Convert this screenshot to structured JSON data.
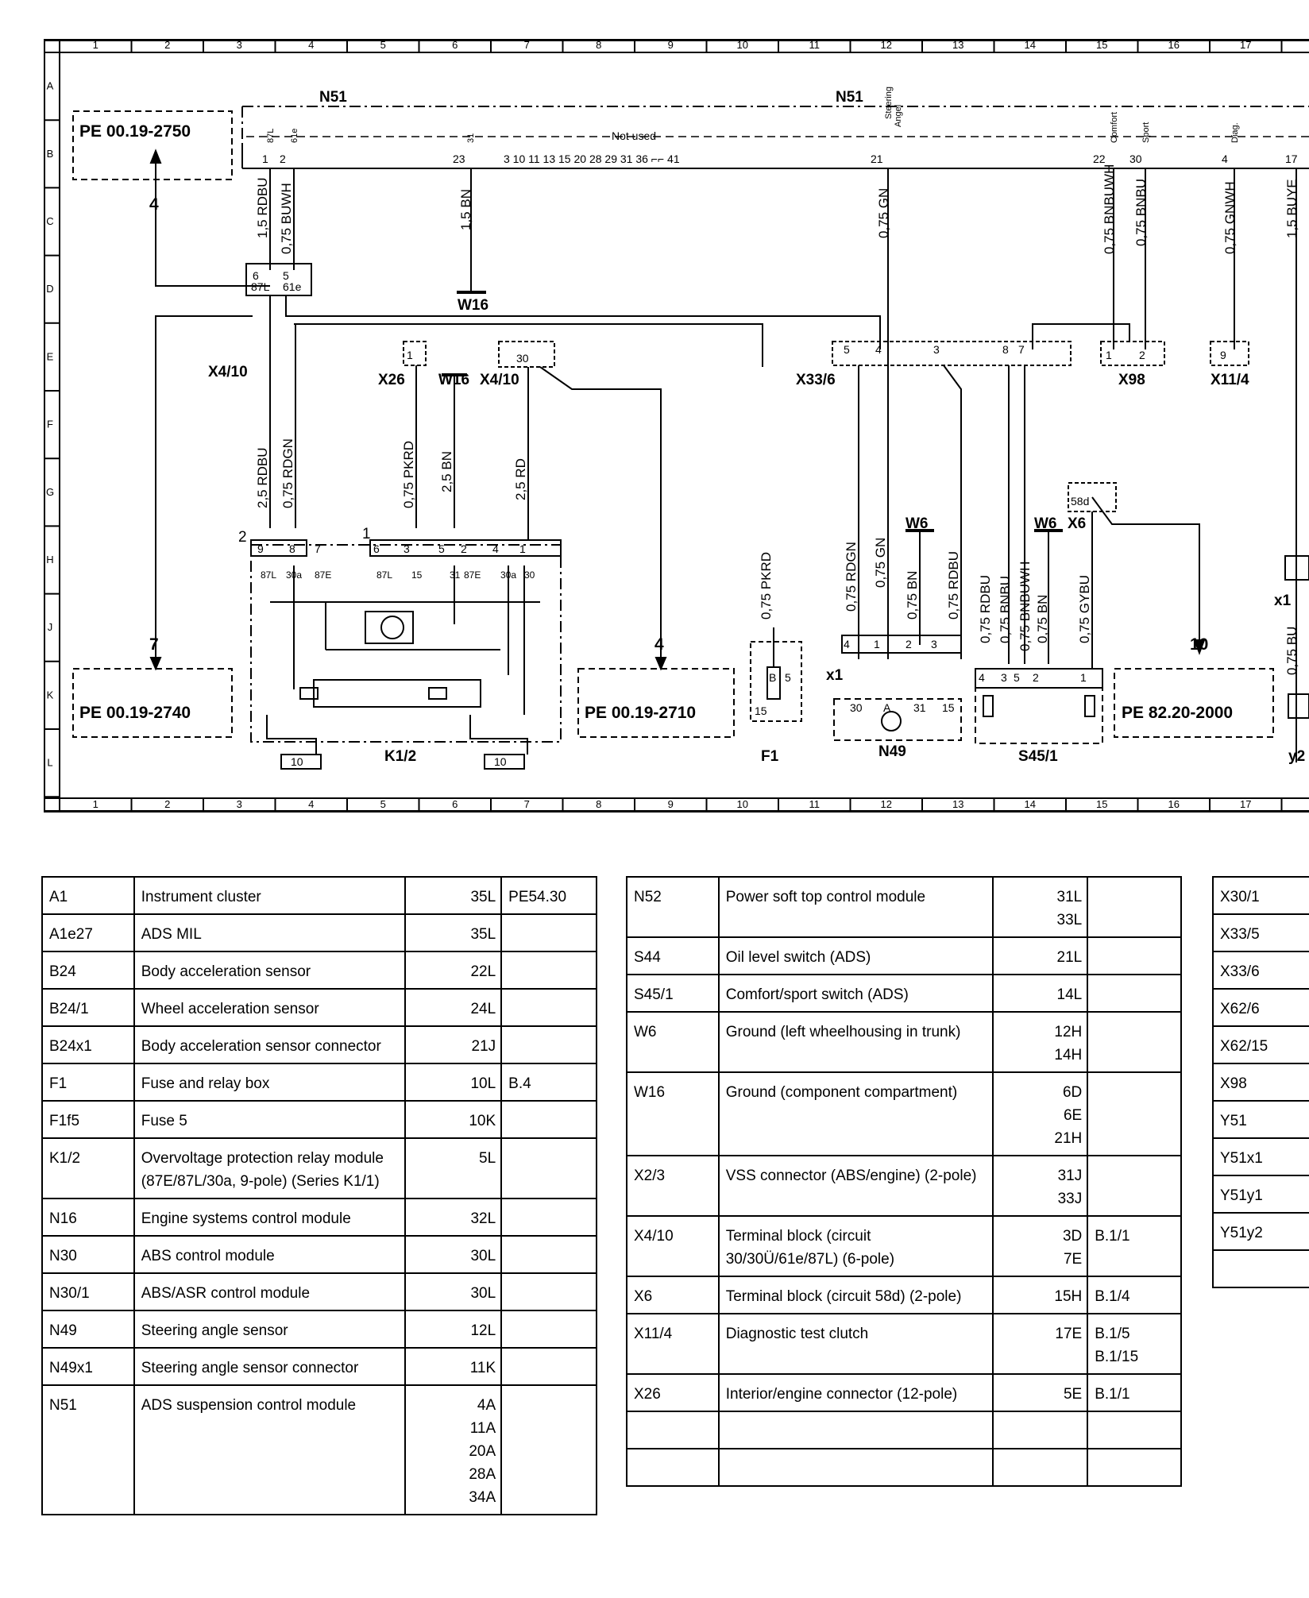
{
  "grid": {
    "columns": [
      "1",
      "2",
      "3",
      "4",
      "5",
      "6",
      "7",
      "8",
      "9",
      "10",
      "11",
      "12",
      "13",
      "14",
      "15",
      "16",
      "17"
    ],
    "rows": [
      "A",
      "B",
      "C",
      "D",
      "E",
      "F",
      "G",
      "H",
      "J",
      "K",
      "L"
    ]
  },
  "diagram": {
    "modules": {
      "n51_left": "N51",
      "n51_right": "N51",
      "k1_2": "K1/2",
      "f1": "F1",
      "n49": "N49",
      "s45_1": "S45/1",
      "x4_10_a": "X4/10",
      "x4_10_b": "X4/10",
      "x26": "X26",
      "w16_a": "W16",
      "w16_b": "W16",
      "x33_6": "X33/6",
      "x98": "X98",
      "x11_4": "X11/4",
      "w6_a": "W6",
      "w6_b": "W6",
      "x6": "X6",
      "x1_a": "x1",
      "x1_b": "x1",
      "y2_partial": "y2"
    },
    "refs": {
      "pe_2750": "PE 00.19-2750",
      "pe_2740": "PE 00.19-2740",
      "pe_2710": "PE 00.19-2710",
      "pe_82": "PE 82.20-2000"
    },
    "arrow_numbers": {
      "a4_top": "4",
      "a7": "7",
      "a4_mid": "4",
      "a10": "10"
    },
    "n51_pins": {
      "p1": "1",
      "p2": "2",
      "p23": "23",
      "not_used_label": "Not used",
      "not_used_pins": "3  10  11  13  15  20  28  29  31  36  ⌐⌐ 41",
      "p21": "21",
      "p22": "22",
      "p30": "30",
      "p4": "4",
      "p17": "17",
      "lbl_87l": "87L",
      "lbl_61e": "61e",
      "lbl_31": "31",
      "lbl_steering": "Steering",
      "lbl_angel": "Angel",
      "lbl_comfort": "Comfort",
      "lbl_sport": "Sport",
      "lbl_diag": "Diag."
    },
    "wires": {
      "w1": "1,5 RDBU",
      "w2": "0,75 BUWH",
      "w3": "1,5 BN",
      "w4": "0,75 GN",
      "w5": "0,75 BNBUWH",
      "w6": "0,75 BNBU",
      "w7": "0,75 GNWH",
      "w8": "1,5 BUYE",
      "w9": "2,5 RDBU",
      "w10": "0,75 RDGN",
      "w11": "0,75 PKRD",
      "w12": "2,5 BN",
      "w13": "2,5 RD",
      "w14": "0,75 PKRD",
      "w15": "0,75 RDGN",
      "w16": "0,75 GN",
      "w17": "0,75 BN",
      "w18": "0,75 RDBU",
      "w19": "0,75 RDBU",
      "w20": "0,75 BNBU",
      "w21": "0,75 BNBUWH",
      "w22": "0,75 BN",
      "w23": "0,75 GYBU",
      "w24": "0,75 BU"
    },
    "k1_pins": [
      "9",
      "8",
      "7",
      "6",
      "3",
      "5",
      "2",
      "4",
      "1"
    ],
    "k1_terms": [
      "87L",
      "30a",
      "87E",
      "87L",
      "15",
      "31",
      "87E",
      "30a",
      "30"
    ],
    "k1_fuse": "10",
    "n49_pins": [
      "4",
      "1",
      "2",
      "3"
    ],
    "n49_terms": [
      "30",
      "A",
      "31",
      "15"
    ],
    "s45_pins": [
      "4",
      "3",
      "5",
      "2",
      "1"
    ],
    "x33_pins": [
      "5",
      "4",
      "3",
      "8",
      "7"
    ],
    "x4_10_top": [
      "6",
      "5",
      "87L",
      "61e"
    ],
    "misc": {
      "p30_x4": "30",
      "p1_x26": "1",
      "p9_x11": "9",
      "p1_x98": "1",
      "p2_x98": "2",
      "p58d": "58d",
      "p15": "15",
      "p5": "5",
      "pB": "B",
      "n2": "2",
      "n1": "1"
    }
  },
  "legend": {
    "table1": [
      {
        "code": "A1",
        "desc": "Instrument cluster",
        "ref": "35L",
        "pe": "PE54.30"
      },
      {
        "code": "A1e27",
        "desc": "ADS MIL",
        "ref": "35L",
        "pe": ""
      },
      {
        "code": "B24",
        "desc": "Body acceleration sensor",
        "ref": "22L",
        "pe": ""
      },
      {
        "code": "B24/1",
        "desc": "Wheel acceleration sensor",
        "ref": "24L",
        "pe": ""
      },
      {
        "code": "B24x1",
        "desc": "Body acceleration sensor connector",
        "ref": "21J",
        "pe": ""
      },
      {
        "code": "F1",
        "desc": "Fuse and relay box",
        "ref": "10L",
        "pe": "B.4"
      },
      {
        "code": "F1f5",
        "desc": "Fuse 5",
        "ref": "10K",
        "pe": ""
      },
      {
        "code": "K1/2",
        "desc": "Overvoltage protection relay module (87E/87L/30a, 9-pole) (Series K1/1)",
        "ref": "5L",
        "pe": ""
      },
      {
        "code": "N16",
        "desc": "Engine systems control module",
        "ref": "32L",
        "pe": ""
      },
      {
        "code": "N30",
        "desc": "ABS control module",
        "ref": "30L",
        "pe": ""
      },
      {
        "code": "N30/1",
        "desc": "ABS/ASR control module",
        "ref": "30L",
        "pe": ""
      },
      {
        "code": "N49",
        "desc": "Steering angle sensor",
        "ref": "12L",
        "pe": ""
      },
      {
        "code": "N49x1",
        "desc": "Steering angle sensor connector",
        "ref": "11K",
        "pe": ""
      },
      {
        "code": "N51",
        "desc": "ADS suspension control module",
        "ref": "4A\n11A\n20A\n28A\n34A",
        "pe": ""
      }
    ],
    "table2": [
      {
        "code": "N52",
        "desc": "Power soft top control module",
        "ref": "31L\n33L",
        "pe": ""
      },
      {
        "code": "S44",
        "desc": "Oil level switch (ADS)",
        "ref": "21L",
        "pe": ""
      },
      {
        "code": "S45/1",
        "desc": "Comfort/sport switch (ADS)",
        "ref": "14L",
        "pe": ""
      },
      {
        "code": "W6",
        "desc": "Ground (left wheelhousing in trunk)",
        "ref": "12H\n14H",
        "pe": ""
      },
      {
        "code": "W16",
        "desc": "Ground (component compartment)",
        "ref": "6D\n6E\n21H",
        "pe": ""
      },
      {
        "code": "X2/3",
        "desc": "VSS connector (ABS/engine) (2-pole)",
        "ref": "31J\n33J",
        "pe": ""
      },
      {
        "code": "X4/10",
        "desc": "Terminal block (circuit 30/30Ü/61e/87L) (6-pole)",
        "ref": "3D\n7E",
        "pe": "B.1/1"
      },
      {
        "code": "X6",
        "desc": "Terminal block (circuit 58d) (2-pole)",
        "ref": "15H",
        "pe": "B.1/4"
      },
      {
        "code": "X11/4",
        "desc": "Diagnostic test clutch",
        "ref": "17E",
        "pe": "B.1/5\nB.1/15"
      },
      {
        "code": "X26",
        "desc": "Interior/engine connector (12-pole)",
        "ref": "5E",
        "pe": "B.1/1"
      },
      {
        "code": "",
        "desc": "",
        "ref": "",
        "pe": ""
      },
      {
        "code": "",
        "desc": "",
        "ref": "",
        "pe": ""
      }
    ],
    "table3": [
      {
        "code": "X30/1"
      },
      {
        "code": "X33/5"
      },
      {
        "code": "X33/6"
      },
      {
        "code": "X62/6"
      },
      {
        "code": "X62/15"
      },
      {
        "code": "X98"
      },
      {
        "code": "Y51"
      },
      {
        "code": "Y51x1"
      },
      {
        "code": "Y51y1"
      },
      {
        "code": "Y51y2"
      },
      {
        "code": ""
      }
    ]
  }
}
